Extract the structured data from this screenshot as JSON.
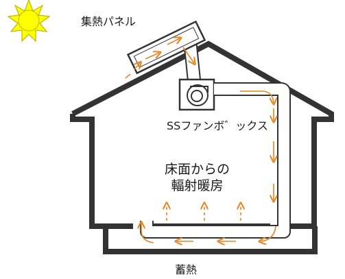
{
  "labels": {
    "solar_panel": "集熱パネル",
    "fan_box": "SSファンボ゛ックス",
    "floor_heating_line1": "床面からの",
    "floor_heating_line2": "輻射暖房",
    "heat_storage": "蓄熱"
  },
  "colors": {
    "sun_fill": "#ffff00",
    "sun_outline": "#b8b800",
    "house_outline": "#333333",
    "duct_fill": "#ffffff",
    "airflow_arrow": "#e8821e"
  },
  "icons": {
    "sun": "sun-icon",
    "fan": "fan-icon"
  }
}
